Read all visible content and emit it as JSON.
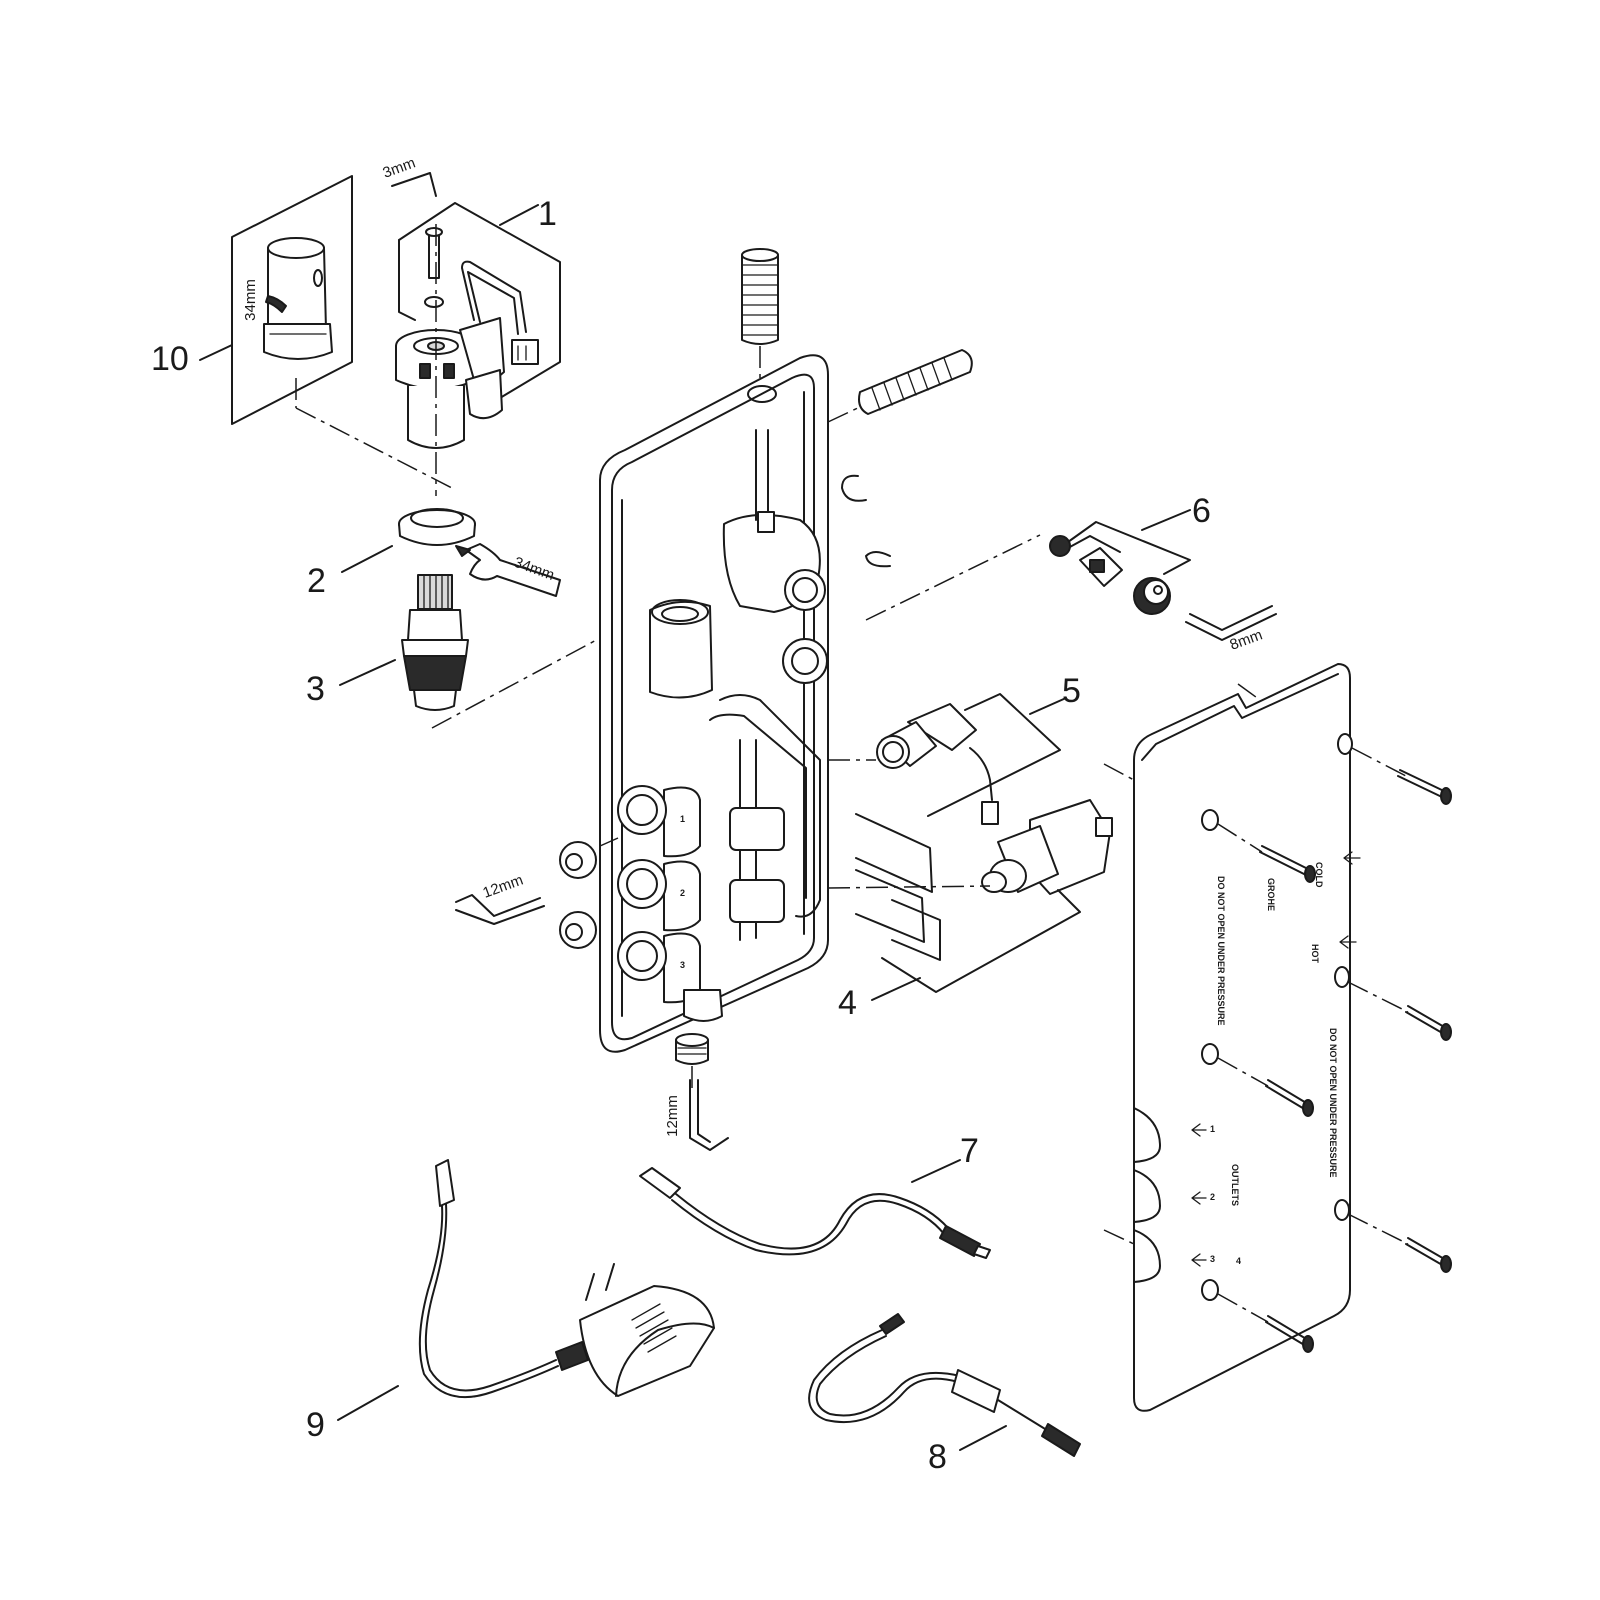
{
  "callouts": {
    "c1": "1",
    "c2": "2",
    "c3": "3",
    "c4": "4",
    "c5": "5",
    "c6": "6",
    "c7": "7",
    "c8": "8",
    "c9": "9",
    "c10": "10"
  },
  "dimensions": {
    "key_3mm": "3mm",
    "tube_34mm": "34mm",
    "wrench_34mm": "34mm",
    "key_8mm": "8mm",
    "key_12mm_left": "12mm",
    "key_12mm_bottom": "12mm"
  },
  "plate_markings": {
    "cold": "COLD",
    "hot": "HOT",
    "warning_1": "DO NOT OPEN UNDER PRESSURE",
    "warning_2": "DO NOT OPEN UNDER PRESSURE",
    "outlets": "OUTLETS",
    "out_1": "1",
    "out_2": "2",
    "out_3": "3",
    "out_4": "4",
    "brand": "GROHE"
  },
  "body_port_numbers": [
    "1",
    "2",
    "3"
  ]
}
